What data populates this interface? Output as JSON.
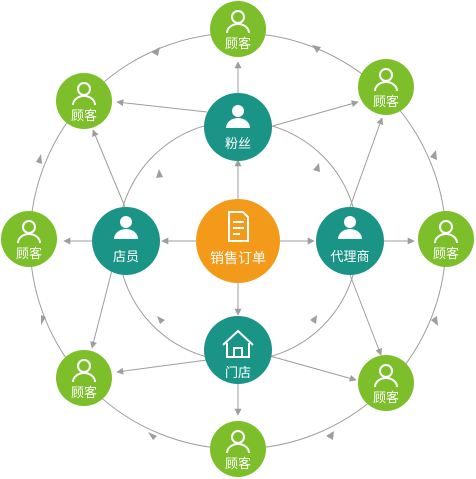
{
  "colors": {
    "customer": "#7cbf2a",
    "role": "#1a9486",
    "center": "#f39a1b",
    "connector": "#9e9e9e"
  },
  "center": {
    "label": "销售订单",
    "icon": "document-icon"
  },
  "roles": {
    "fans": {
      "label": "粉丝",
      "icon": "person-icon"
    },
    "clerk": {
      "label": "店员",
      "icon": "person-icon"
    },
    "agent": {
      "label": "代理商",
      "icon": "person-icon"
    },
    "store": {
      "label": "门店",
      "icon": "house-icon"
    }
  },
  "customers": [
    {
      "label": "顾客"
    },
    {
      "label": "顾客"
    },
    {
      "label": "顾客"
    },
    {
      "label": "顾客"
    },
    {
      "label": "顾客"
    },
    {
      "label": "顾客"
    },
    {
      "label": "顾客"
    },
    {
      "label": "顾客"
    }
  ]
}
